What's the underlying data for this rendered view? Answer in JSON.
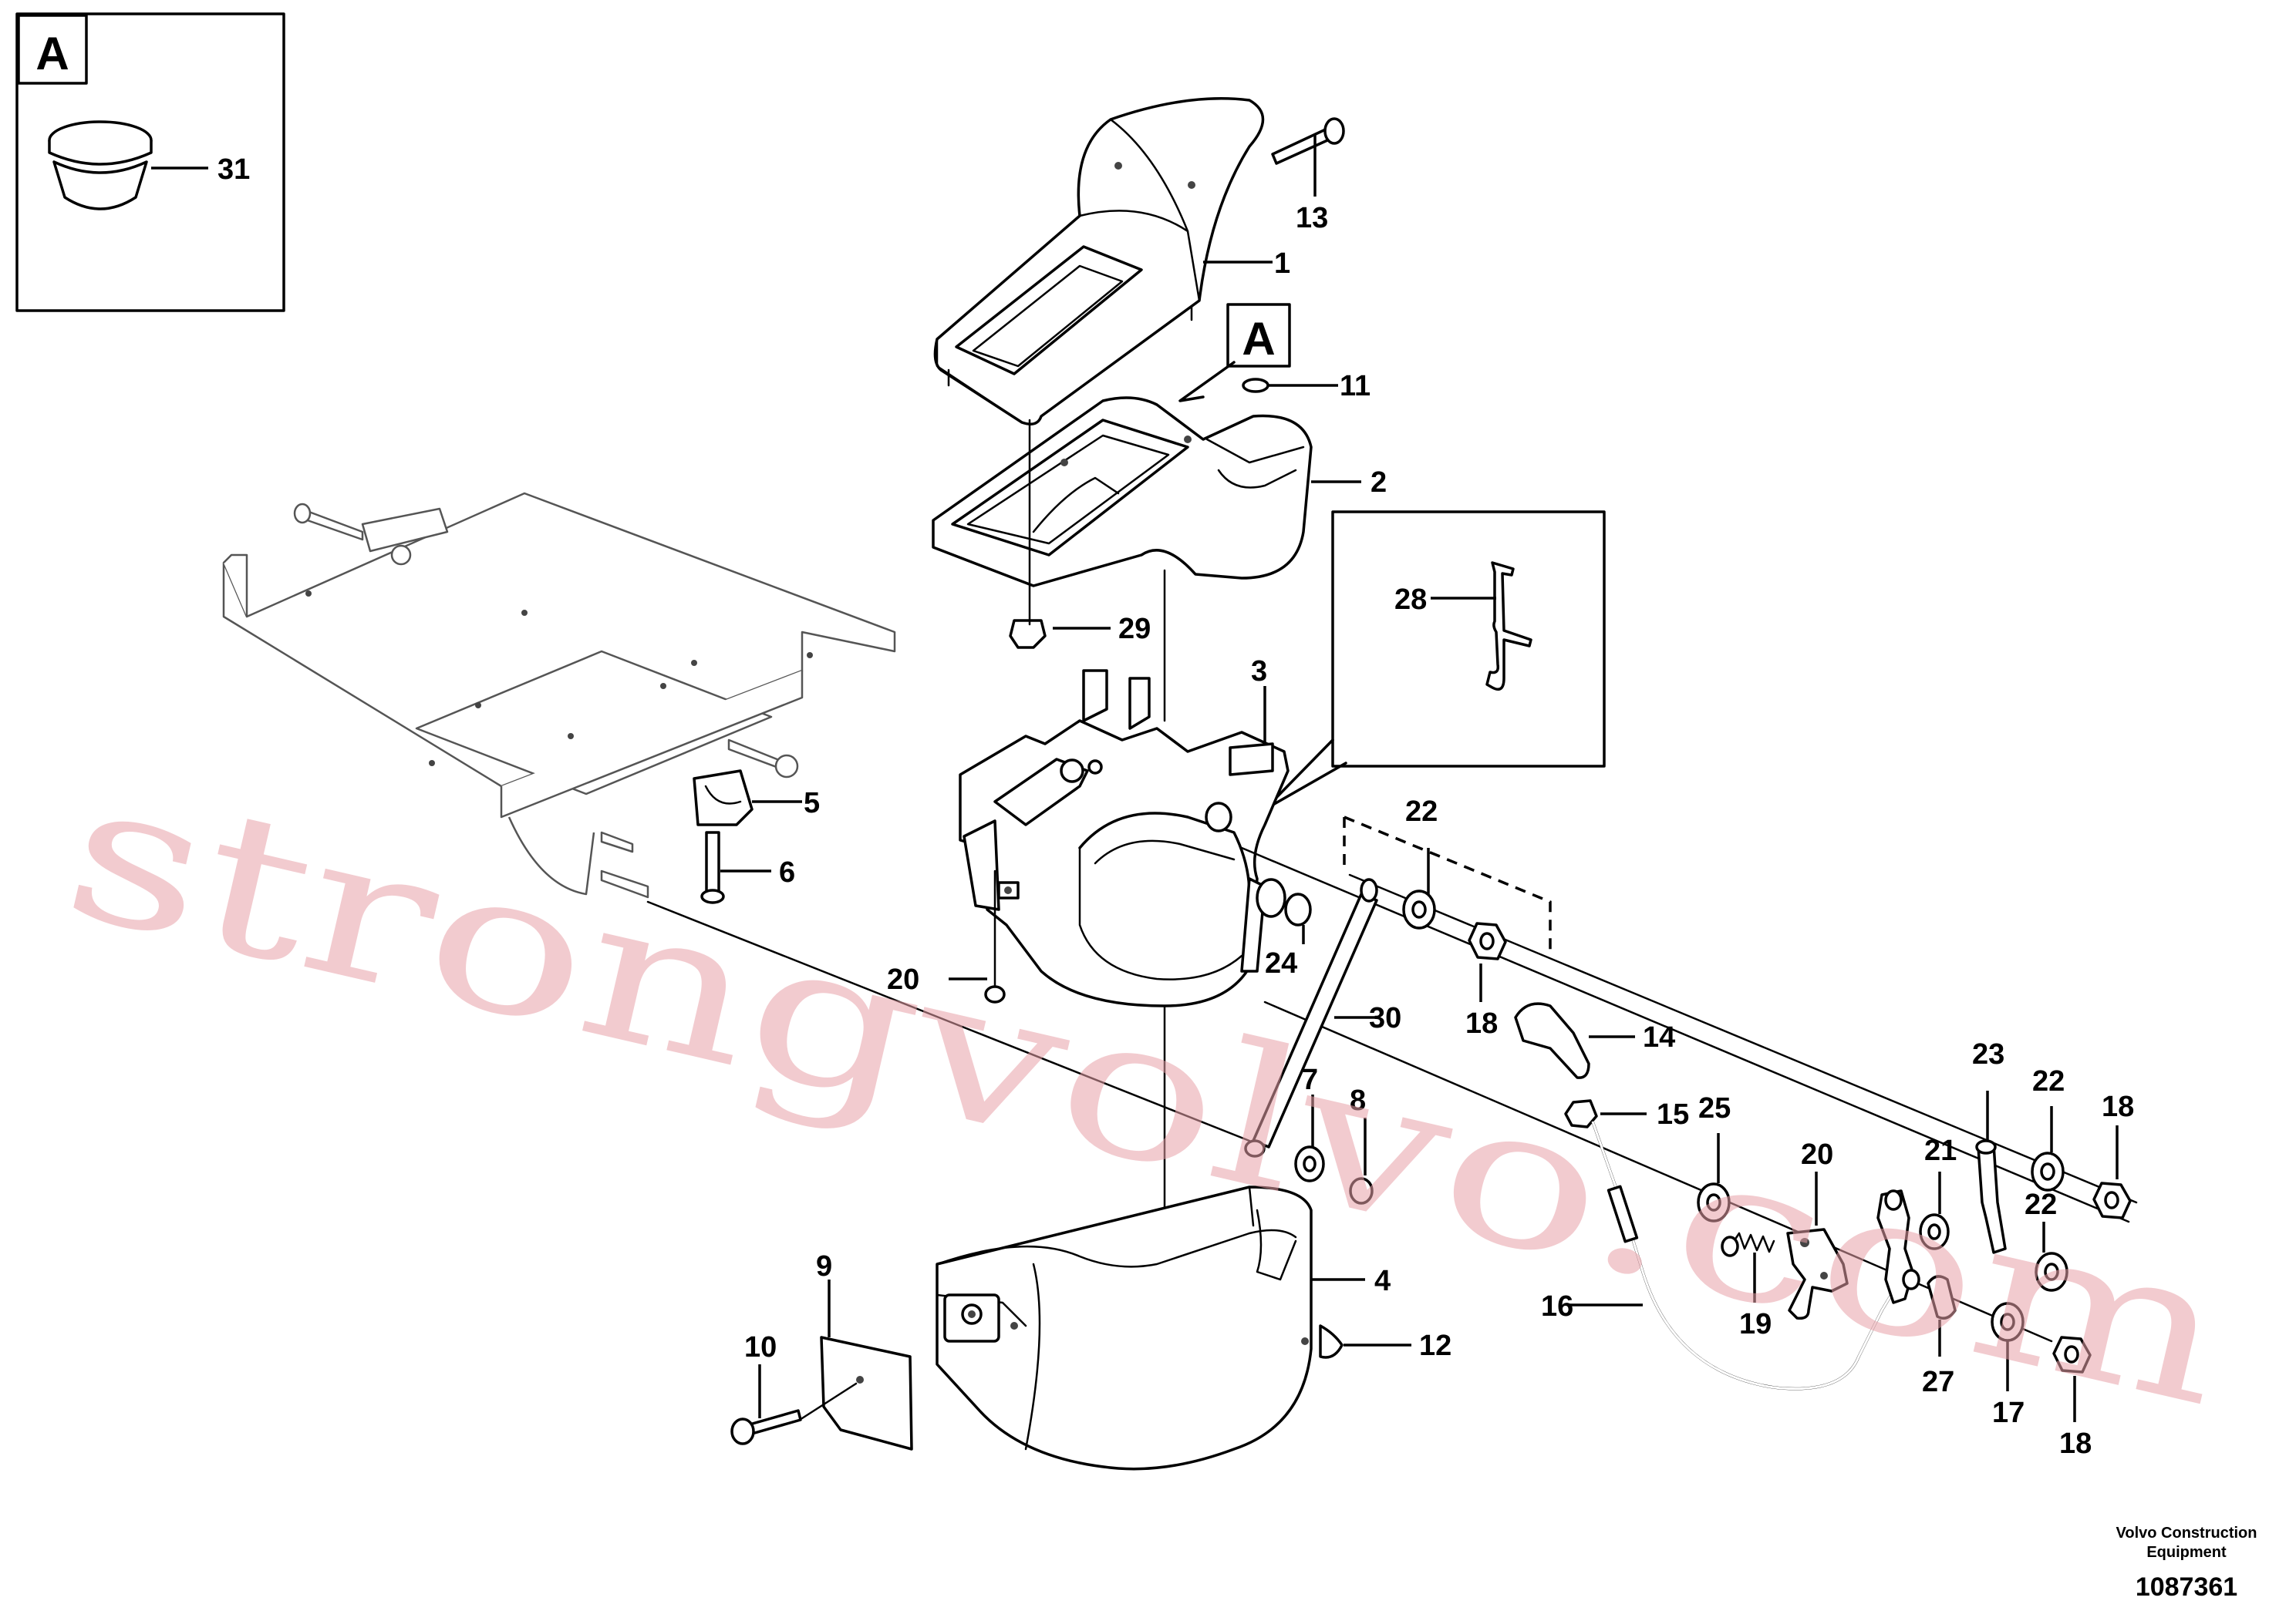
{
  "detail_box": {
    "letter": "A",
    "part": "31"
  },
  "detail_ref": {
    "letter": "A"
  },
  "parts": {
    "p1": "1",
    "p2": "2",
    "p3": "3",
    "p4": "4",
    "p5": "5",
    "p6": "6",
    "p7": "7",
    "p8": "8",
    "p9": "9",
    "p10": "10",
    "p11": "11",
    "p12": "12",
    "p13": "13",
    "p14": "14",
    "p15": "15",
    "p16": "16",
    "p17": "17",
    "p18a": "18",
    "p18b": "18",
    "p18c": "18",
    "p19": "19",
    "p20a": "20",
    "p20b": "20",
    "p21": "21",
    "p22a": "22",
    "p22b": "22",
    "p22c": "22",
    "p23": "23",
    "p24": "24",
    "p25": "25",
    "p27": "27",
    "p28": "28",
    "p29": "29",
    "p30": "30"
  },
  "footer": {
    "company_line1": "Volvo Construction",
    "company_line2": "Equipment",
    "drawing_number": "1087361"
  },
  "watermark": "strongvolvo.com"
}
